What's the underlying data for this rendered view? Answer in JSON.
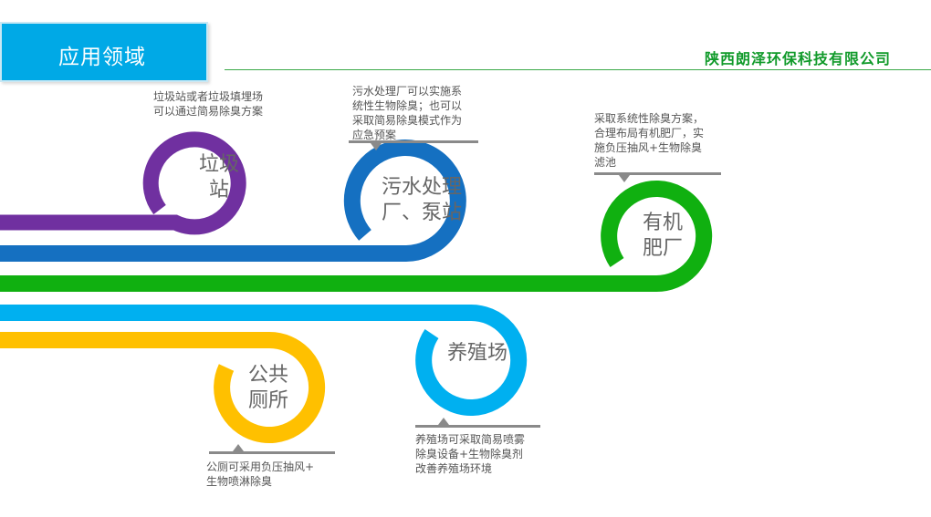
{
  "header": {
    "title": "应用领域",
    "company": "陕西朗泽环保科技有限公司"
  },
  "colors": {
    "title_bg": "#00a9e6",
    "company_text": "#109a2a",
    "purple": "#7030a0",
    "blue": "#1570c1",
    "green": "#10b010",
    "cyan": "#00b0f0",
    "yellow": "#ffc000"
  },
  "nodes": {
    "garbage": {
      "label_lines": [
        "垃圾",
        "站"
      ],
      "note_lines": [
        "垃圾站或者垃圾填埋场",
        "可以通过简易除臭方案"
      ]
    },
    "sewage": {
      "label_lines": [
        "污水处理",
        "厂、泵站"
      ],
      "note_lines": [
        "污水处理厂可以实施系",
        "统性生物除臭；也可以",
        "采取简易除臭模式作为",
        "应急预案"
      ]
    },
    "fertilizer": {
      "label_lines": [
        "有机",
        "肥厂"
      ],
      "note_lines": [
        "采取系统性除臭方案，",
        "合理布局有机肥厂，实",
        "施负压抽风+生物除臭",
        "滤池"
      ]
    },
    "farm": {
      "label_lines": [
        "养殖场"
      ],
      "note_lines": [
        "养殖场可采取简易喷雾",
        "除臭设备+生物除臭剂",
        "改善养殖场环境"
      ]
    },
    "toilet": {
      "label_lines": [
        "公共",
        "厕所"
      ],
      "note_lines": [
        "公厕可采用负压抽风+",
        "生物喷淋除臭"
      ]
    }
  }
}
